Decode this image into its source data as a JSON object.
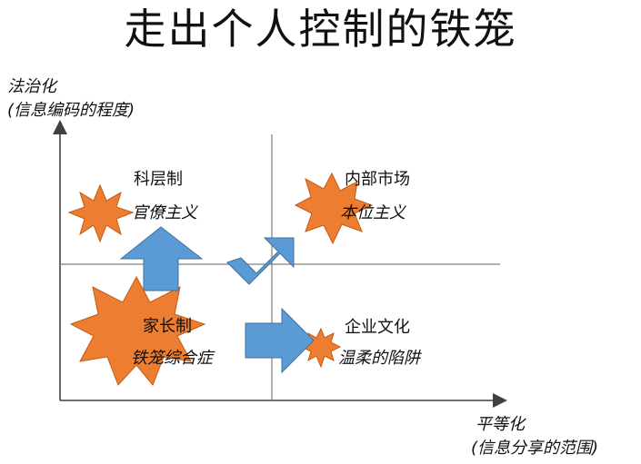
{
  "title": "走出个人控制的铁笼",
  "axes": {
    "y_label": "法治化",
    "y_sublabel": "(信息编码的程度)",
    "x_label": "平等化",
    "x_sublabel": "(信息分享的范围)"
  },
  "quadrants": {
    "top_left": {
      "name": "科层制",
      "trap": "官僚主义"
    },
    "top_right": {
      "name": "内部市场",
      "trap": "本位主义"
    },
    "bottom_left": {
      "name": "家长制",
      "trap": "铁笼综合症"
    },
    "bottom_right": {
      "name": "企业文化",
      "trap": "温柔的陷阱"
    }
  },
  "colors": {
    "starburst": "#ED7D31",
    "arrow": "#5B9BD5",
    "axis": "#404040",
    "divider": "#7f7f7f"
  },
  "arrows": [
    {
      "from": "bottom_left",
      "to": "top_left",
      "direction": "up"
    },
    {
      "from": "bottom_left",
      "to": "top_right",
      "direction": "diagonal-up-right"
    },
    {
      "from": "bottom_left",
      "to": "bottom_right",
      "direction": "right"
    }
  ]
}
